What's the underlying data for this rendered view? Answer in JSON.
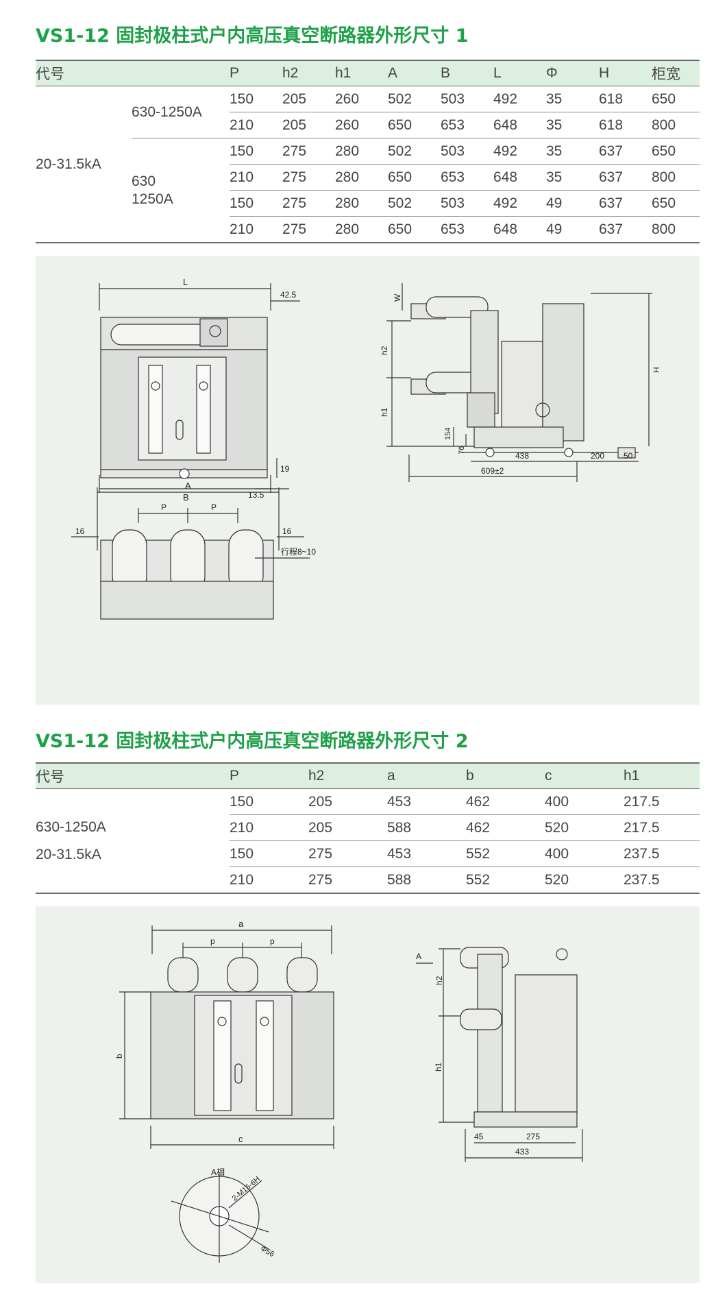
{
  "section1": {
    "title": "VS1-12 固封极柱式户内高压真空断路器外形尺寸 1",
    "headers": [
      "代号",
      "P",
      "h2",
      "h1",
      "A",
      "B",
      "L",
      "Φ",
      "H",
      "柜宽"
    ],
    "group_label": "20-31.5kA",
    "sub_a": "630-1250A",
    "sub_b_line1": "630",
    "sub_b_line2": "1250A",
    "rows": [
      [
        "150",
        "205",
        "260",
        "502",
        "503",
        "492",
        "35",
        "618",
        "650"
      ],
      [
        "210",
        "205",
        "260",
        "650",
        "653",
        "648",
        "35",
        "618",
        "800"
      ],
      [
        "150",
        "275",
        "280",
        "502",
        "503",
        "492",
        "35",
        "637",
        "650"
      ],
      [
        "210",
        "275",
        "280",
        "650",
        "653",
        "648",
        "35",
        "637",
        "800"
      ],
      [
        "150",
        "275",
        "280",
        "502",
        "503",
        "492",
        "49",
        "637",
        "650"
      ],
      [
        "210",
        "275",
        "280",
        "650",
        "653",
        "648",
        "49",
        "637",
        "800"
      ]
    ]
  },
  "drawing1": {
    "front": {
      "L": "L",
      "d42": "42.5",
      "d19": "19",
      "d13": "13.5",
      "B": "B"
    },
    "side": {
      "W": "W",
      "h2": "h2",
      "h1": "h1",
      "H": "H",
      "d154": "154",
      "d76": "76",
      "d438": "438",
      "d200": "200",
      "d50": "50",
      "d609": "609±2"
    },
    "top": {
      "A": "A",
      "P1": "P",
      "P2": "P",
      "d16a": "16",
      "d16b": "16",
      "stroke": "行程8~10"
    }
  },
  "section2": {
    "title": "VS1-12 固封极柱式户内高压真空断路器外形尺寸 2",
    "headers": [
      "代号",
      "P",
      "h2",
      "a",
      "b",
      "c",
      "h1"
    ],
    "label1": "630-1250A",
    "label2": "20-31.5kA",
    "rows": [
      [
        "150",
        "205",
        "453",
        "462",
        "400",
        "217.5"
      ],
      [
        "210",
        "205",
        "588",
        "462",
        "520",
        "217.5"
      ],
      [
        "150",
        "275",
        "453",
        "552",
        "400",
        "237.5"
      ],
      [
        "210",
        "275",
        "588",
        "552",
        "520",
        "237.5"
      ]
    ]
  },
  "drawing2": {
    "front": {
      "a": "a",
      "p1": "p",
      "p2": "p",
      "b": "b",
      "c": "c"
    },
    "side": {
      "A": "A",
      "h2": "h2",
      "h1": "h1",
      "d45": "45",
      "d275": "275",
      "d433": "433"
    },
    "detail": {
      "phase": "A相",
      "thread": "2-M16-6H",
      "dia": "Φ56"
    }
  }
}
